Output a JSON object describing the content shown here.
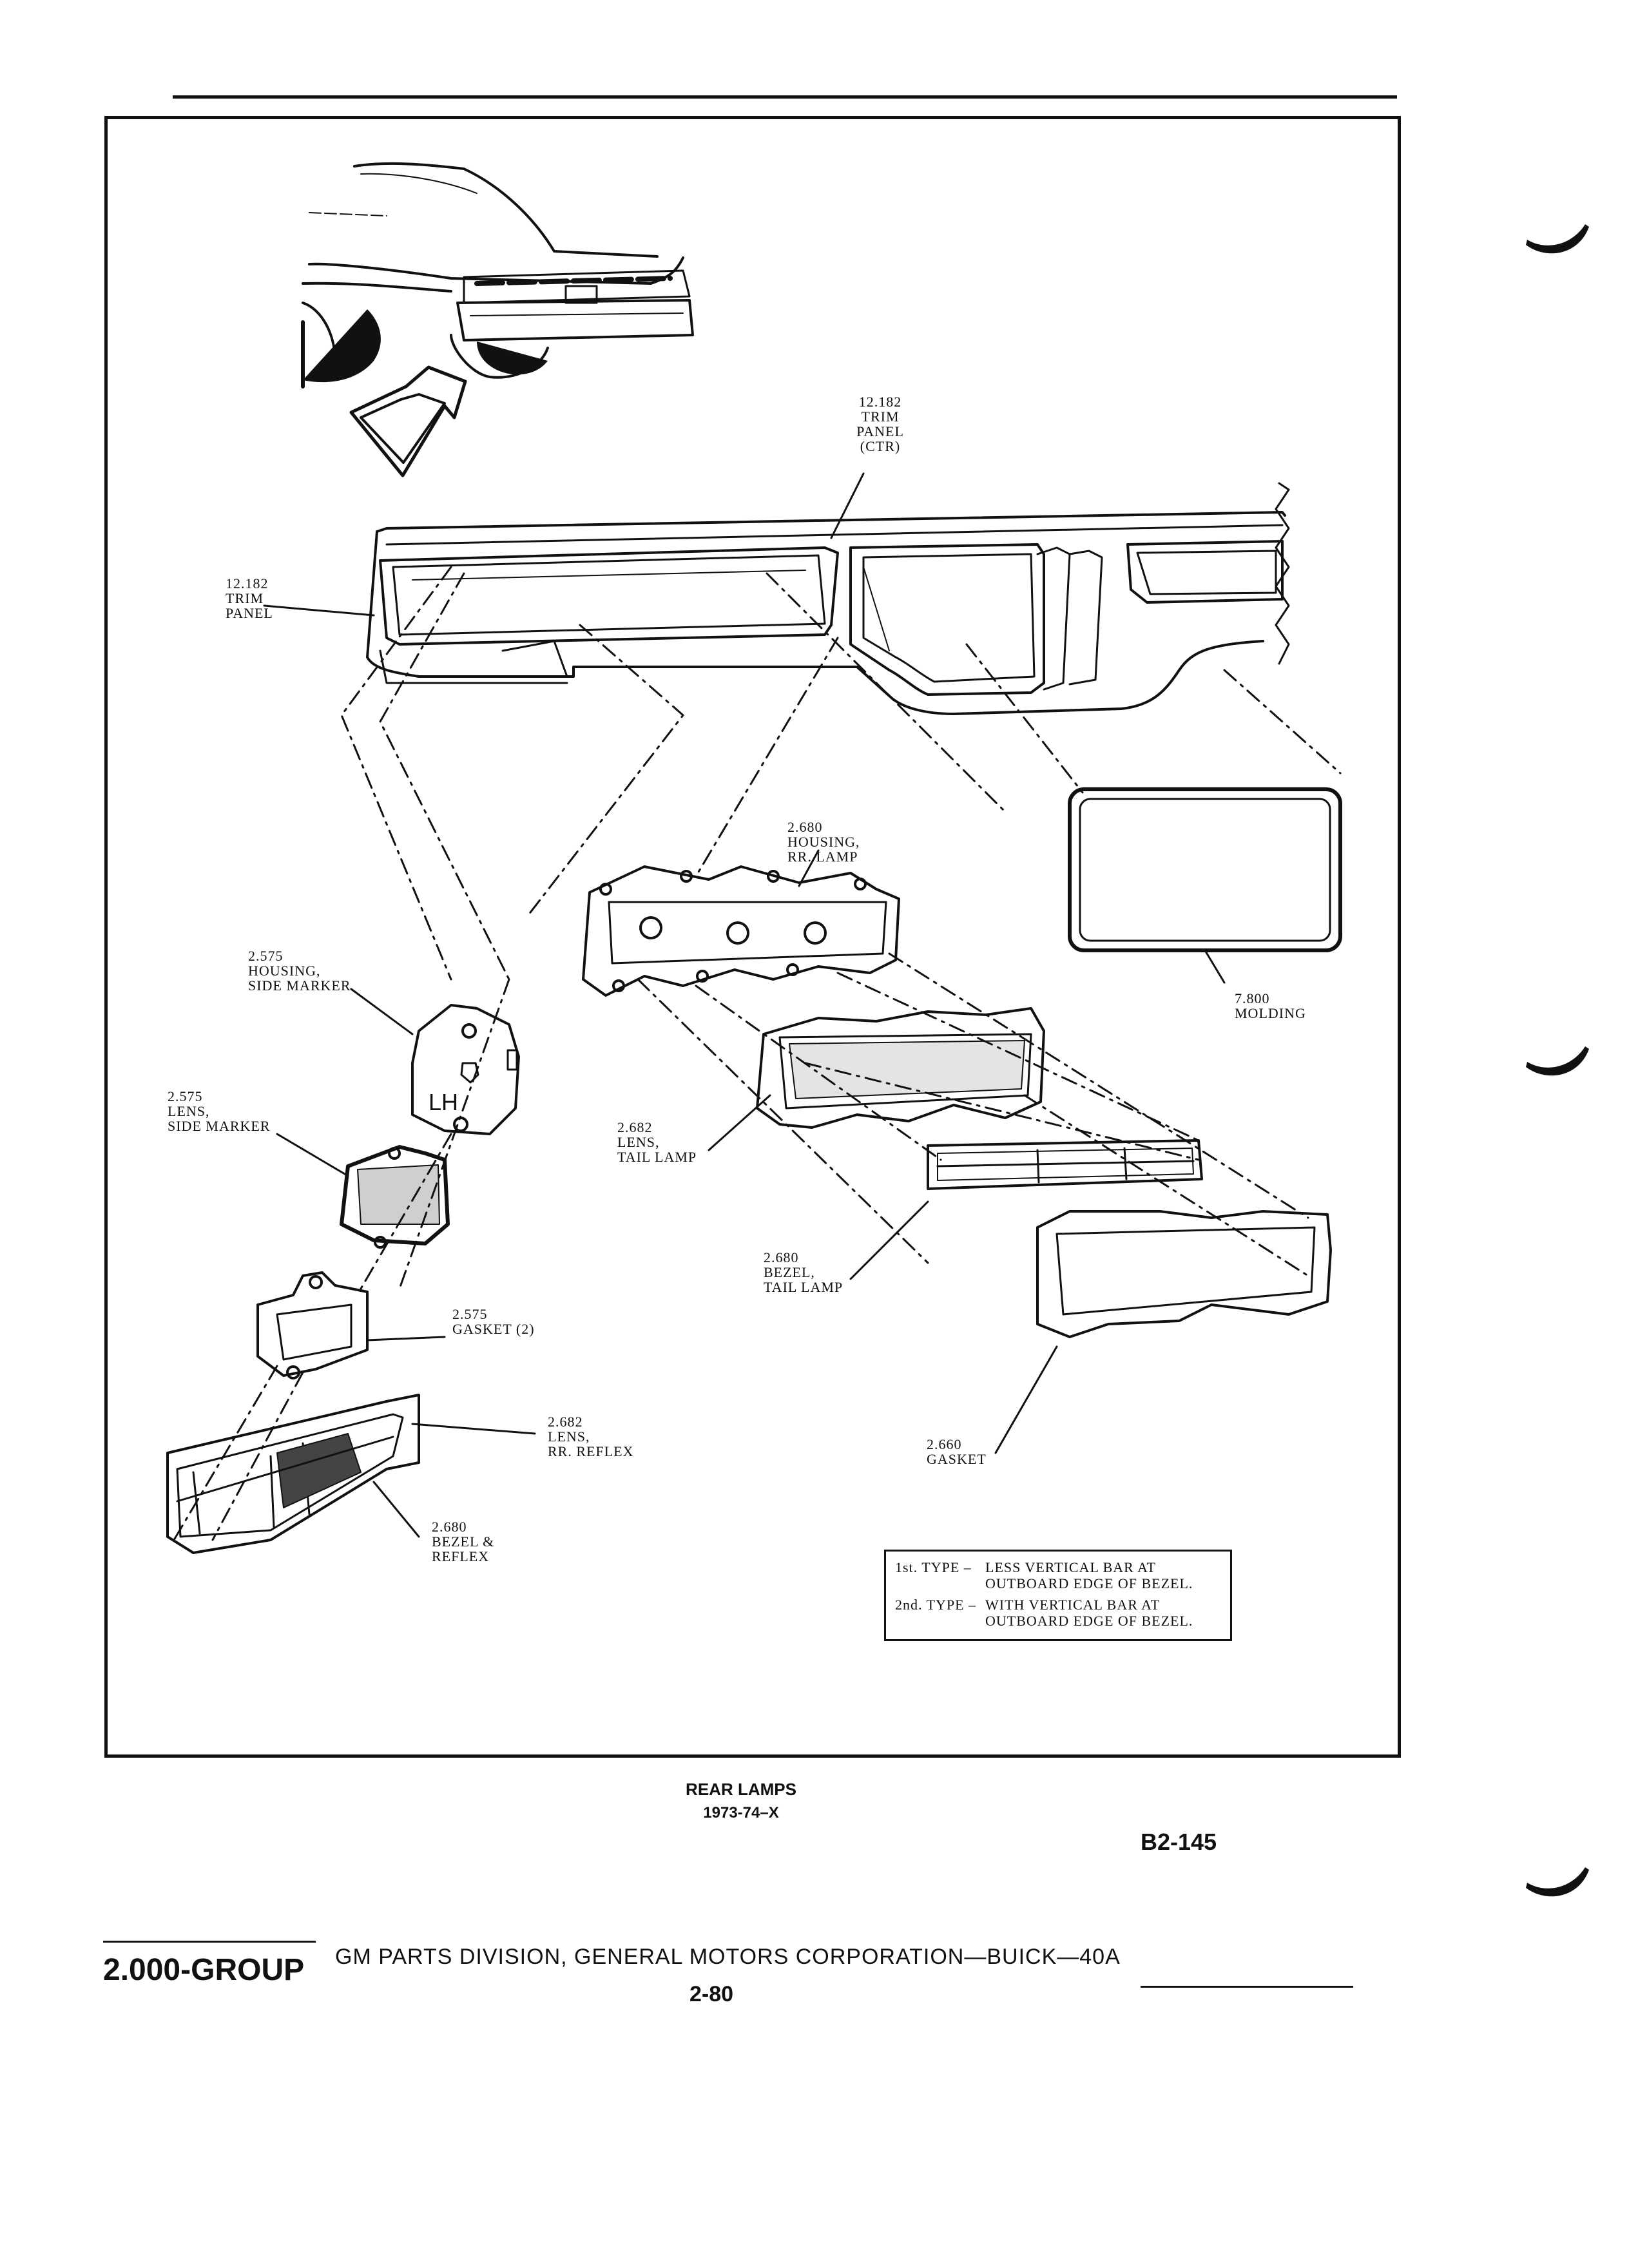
{
  "callouts": {
    "trim_panel_ctr": {
      "number": "12.182",
      "lines": [
        "TRIM",
        "PANEL",
        "(CTR)"
      ]
    },
    "trim_panel": {
      "number": "12.182",
      "lines": [
        "TRIM",
        "PANEL"
      ]
    },
    "housing_rr_lamp": {
      "number": "2.680",
      "lines": [
        "HOUSING,",
        "RR. LAMP"
      ]
    },
    "molding": {
      "number": "7.800",
      "lines": [
        "MOLDING"
      ]
    },
    "housing_side_marker": {
      "number": "2.575",
      "lines": [
        "HOUSING,",
        "SIDE MARKER"
      ]
    },
    "lens_side_marker": {
      "number": "2.575",
      "lines": [
        "LENS,",
        "SIDE MARKER"
      ]
    },
    "lens_tail_lamp": {
      "number": "2.682",
      "lines": [
        "LENS,",
        "TAIL LAMP"
      ]
    },
    "bezel_tail_lamp": {
      "number": "2.680",
      "lines": [
        "BEZEL,",
        "TAIL LAMP"
      ]
    },
    "gasket_2": {
      "number": "2.575",
      "lines": [
        "GASKET (2)"
      ]
    },
    "lens_rr_reflex": {
      "number": "2.682",
      "lines": [
        "LENS,",
        "RR. REFLEX"
      ]
    },
    "gasket": {
      "number": "2.660",
      "lines": [
        "GASKET"
      ]
    },
    "bezel_reflex": {
      "number": "2.680",
      "lines": [
        "BEZEL &",
        "REFLEX"
      ]
    }
  },
  "marker_text": "LH",
  "legend": {
    "first_label": "1st. TYPE –",
    "first_line1": "LESS VERTICAL BAR AT",
    "first_line2": "OUTBOARD EDGE OF BEZEL.",
    "second_label": "2nd. TYPE –",
    "second_line1": "WITH VERTICAL BAR AT",
    "second_line2": "OUTBOARD EDGE OF BEZEL."
  },
  "caption": {
    "title": "REAR LAMPS",
    "subtitle": "1973-74–X"
  },
  "plate_code": "B2-145",
  "footer": {
    "group": "2.000-GROUP",
    "division": "GM PARTS DIVISION,  GENERAL MOTORS CORPORATION—BUICK—40A",
    "page": "2-80"
  }
}
